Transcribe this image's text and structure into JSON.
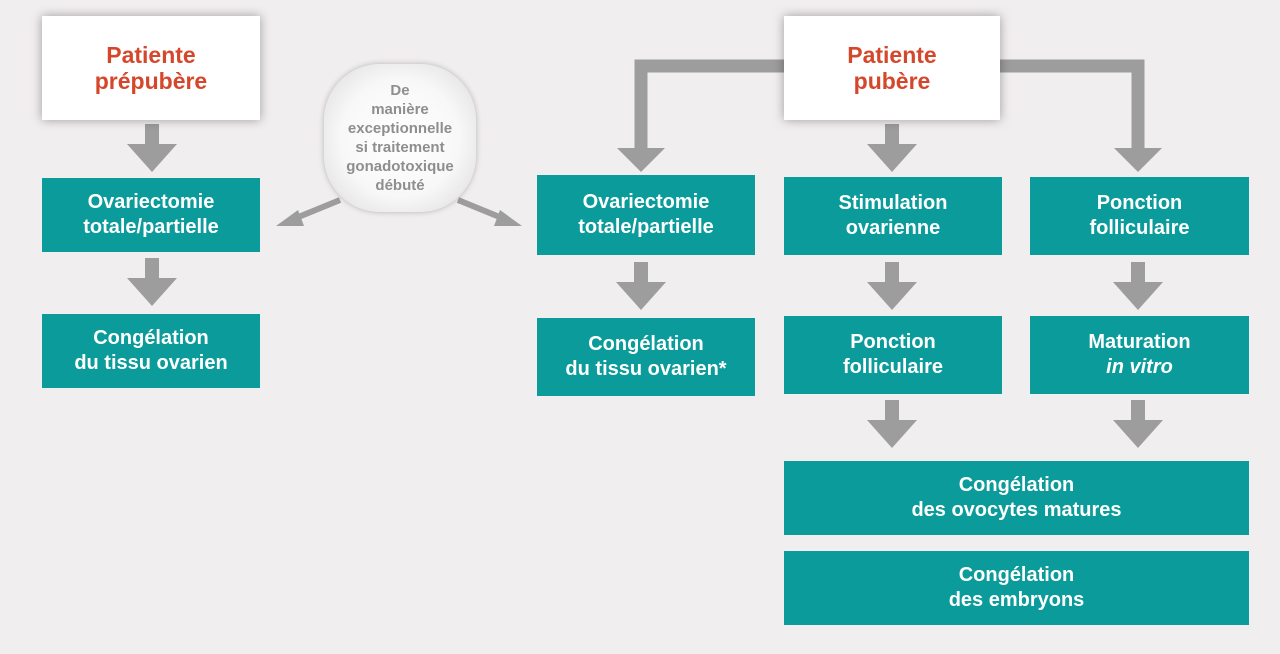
{
  "colors": {
    "background": "#f1eeef",
    "teal": "#0a9b9a",
    "patient_text": "#d5472b",
    "arrow": "#9d9d9d",
    "note_text": "#8e8e8e"
  },
  "patients": {
    "prepubere": [
      "Patiente",
      "prépubère"
    ],
    "pubere": [
      "Patiente",
      "pubère"
    ]
  },
  "note": [
    "De",
    "manière",
    "exceptionnelle",
    "si traitement",
    "gonadotoxique",
    "débuté"
  ],
  "boxes": {
    "ovariectomie_left": [
      "Ovariectomie",
      "totale/partielle"
    ],
    "congelation_tissu_left": [
      "Congélation",
      "du tissu ovarien"
    ],
    "ovariectomie_right": [
      "Ovariectomie",
      "totale/partielle"
    ],
    "congelation_tissu_right": [
      "Congélation",
      "du tissu ovarien*"
    ],
    "stimulation": [
      "Stimulation",
      "ovarienne"
    ],
    "ponction_1": [
      "Ponction",
      "folliculaire"
    ],
    "ponction_2": [
      "Ponction",
      "folliculaire"
    ],
    "maturation": [
      "Maturation",
      "in vitro"
    ],
    "congelation_ovocytes": [
      "Congélation",
      "des ovocytes matures"
    ],
    "congelation_embryons": [
      "Congélation",
      "des embryons"
    ]
  }
}
